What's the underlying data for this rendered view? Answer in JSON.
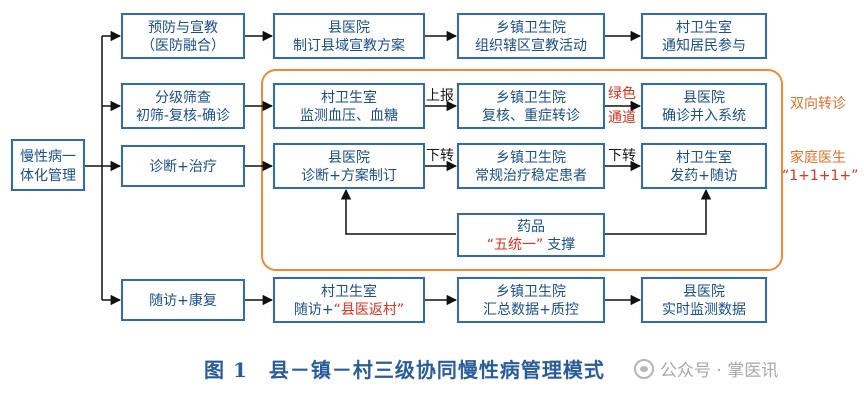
{
  "diagram": {
    "root": [
      "慢性病一",
      "体化管理"
    ],
    "row1": {
      "category": [
        "预防与宣教",
        "（医防融合）"
      ],
      "county": [
        "县医院",
        "制订县域宣教方案"
      ],
      "township": [
        "乡镇卫生院",
        "组织辖区宣教活动"
      ],
      "village": [
        "村卫生室",
        "通知居民参与"
      ]
    },
    "row2": {
      "category": [
        "分级筛查",
        "初筛-复核-确诊"
      ],
      "village": [
        "村卫生室",
        "监测血压、血糖"
      ],
      "township": [
        "乡镇卫生院",
        "复核、重症转诊"
      ],
      "county": [
        "县医院",
        "确诊并入系统"
      ],
      "edge_report": "上报",
      "edge_green": [
        "绿色",
        "通道"
      ]
    },
    "row3": {
      "category": "诊断+治疗",
      "county": [
        "县医院",
        "诊断+方案制订"
      ],
      "township": [
        "乡镇卫生院",
        "常规治疗稳定患者"
      ],
      "village": [
        "村卫生室",
        "发药+随访"
      ],
      "edge_down1": "下转",
      "edge_down2": "下转",
      "drug_title": "药品",
      "drug_quote": "“五统一”",
      "drug_support": "支撑"
    },
    "side_labels": {
      "two_way": "双向转诊",
      "family_doctor": "家庭医生",
      "family_formula": "“1+1+1+”"
    },
    "row4": {
      "category": "随访+康复",
      "village_title": "村卫生室",
      "village_prefix": "随访+",
      "village_quote": "“县医返村”",
      "township": [
        "乡镇卫生院",
        "汇总数据+质控"
      ],
      "county": [
        "县医院",
        "实时监测数据"
      ]
    }
  },
  "caption": {
    "title": "图 1　县－镇－村三级协同慢性病管理模式",
    "watermark": "公众号 · 掌医讯"
  },
  "colors": {
    "box_border": "#2e6bb4",
    "box_text": "#1a4f8a",
    "accent_red": "#e0301e",
    "accent_orange": "#e0702a",
    "arrow": "#111111"
  }
}
